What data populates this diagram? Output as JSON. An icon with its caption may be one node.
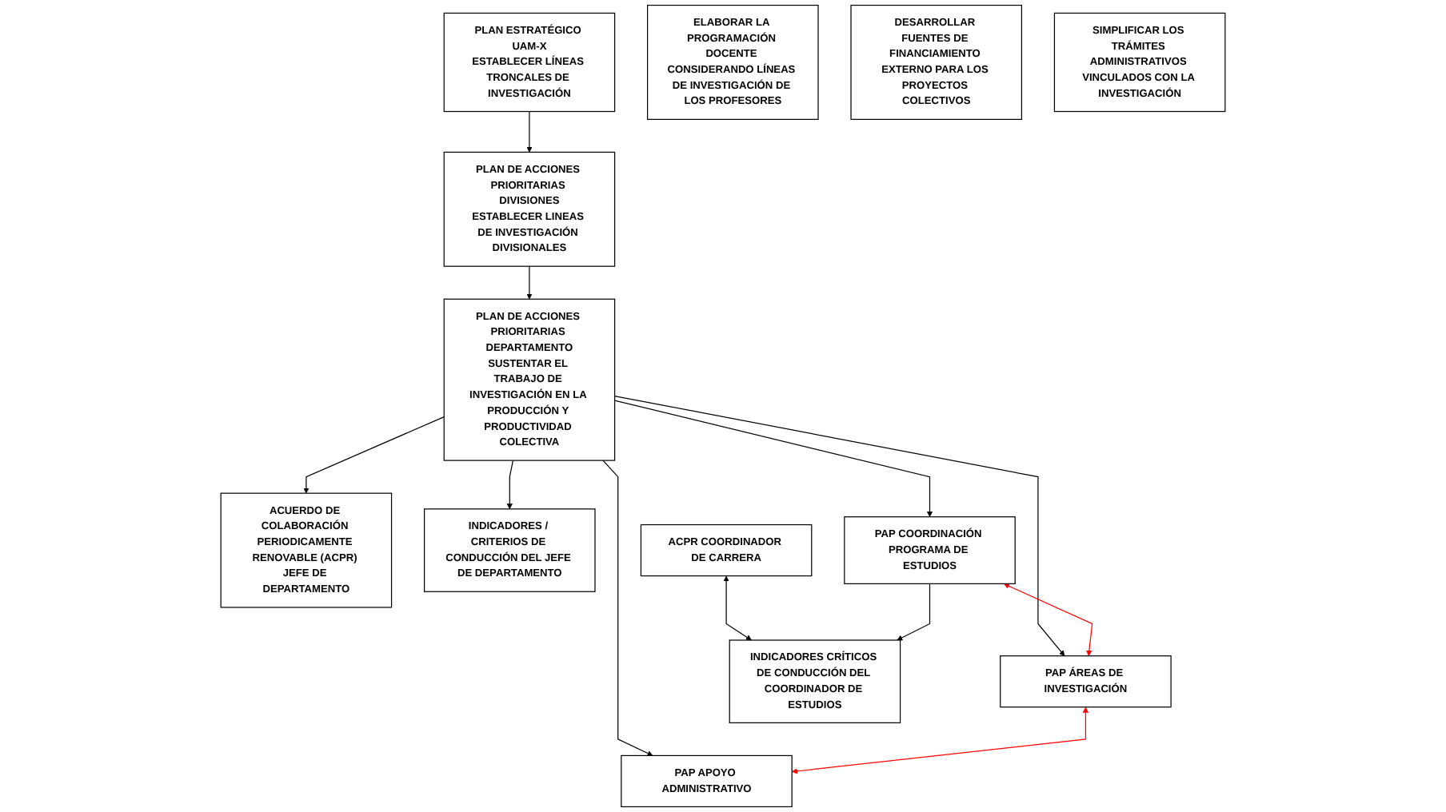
{
  "diagram": {
    "nodes": [
      {
        "text": [
          "PLAN ESTRATÉGICO UAM-X",
          "ESTABLECER LÍNEAS TRONCALES DE INVESTIGACIÓN"
        ]
      },
      {
        "text": [
          "PLAN DE ACCIONES PRIORITARIAS DIVISIONES",
          "ESTABLECER LINEAS DE INVESTIGACIÓN DIVISIONALES"
        ]
      },
      {
        "text": [
          "PLAN DE ACCIONES PRIORITARIAS DEPARTAMENTO",
          "SUSTENTAR EL TRABAJO DE INVESTIGACIÓN EN LA PRODUCCIÓN Y PRODUCTIVIDAD COLECTIVA"
        ]
      },
      {
        "text": [
          "ACUERDO DE COLABORACIÓN PERIODICAMENTE RENOVABLE (ACPR) JEFE DE DEPARTAMENTO"
        ]
      },
      {
        "text": [
          "INDICADORES / CRITERIOS DE CONDUCCIÓN DEL JEFE DE DEPARTAMENTO"
        ]
      },
      {
        "text": [
          "PAP COORDINACIÓN PROGRAMA DE ESTUDIOS"
        ]
      },
      {
        "text": [
          "PAP ÁREAS DE INVESTIGACIÓN"
        ]
      },
      {
        "text": [
          "PAP APOYO ADMINISTRATIVO"
        ]
      },
      {
        "text": [
          "ELABORAR LA PROGRAMACIÓN DOCENTE CONSIDERANDO LÍNEAS DE INVESTIGACIÓN DE LOS PROFESORES"
        ]
      },
      {
        "text": [
          "DESARROLLAR FUENTES DE FINANCIAMIENTO EXTERNO PARA LOS PROYECTOS COLECTIVOS"
        ]
      },
      {
        "text": [
          "SIMPLIFICAR LOS TRÁMITES ADMINISTRATIVOS VINCULADOS CON LA INVESTIGACIÓN"
        ]
      },
      {
        "text": [
          "ACPR COORDINADOR DE CARRERA"
        ]
      },
      {
        "text": [
          "INDICADORES CRÍTICOS DE CONDUCCIÓN DEL COORDINADOR DE ESTUDIOS"
        ]
      }
    ],
    "edges": [
      {
        "from": 0,
        "to": 1,
        "arrow": "to"
      },
      {
        "from": 1,
        "to": 2,
        "arrow": "to"
      },
      {
        "from": 2,
        "to": 3,
        "arrow": "to"
      },
      {
        "from": 2,
        "to": 4,
        "arrow": "to"
      },
      {
        "from": 2,
        "to": 5,
        "arrow": "to"
      },
      {
        "from": 2,
        "to": 6,
        "arrow": "to"
      },
      {
        "from": 2,
        "to": 7,
        "arrow": "to"
      },
      {
        "from": 5,
        "to": 6,
        "arrow": "both",
        "color": "#ff0000"
      },
      {
        "from": 6,
        "to": 7,
        "arrow": "both",
        "color": "#ff0000"
      },
      {
        "from": 11,
        "to": 12,
        "arrow": "both"
      },
      {
        "from": 5,
        "to": 12,
        "arrow": "to"
      }
    ]
  }
}
